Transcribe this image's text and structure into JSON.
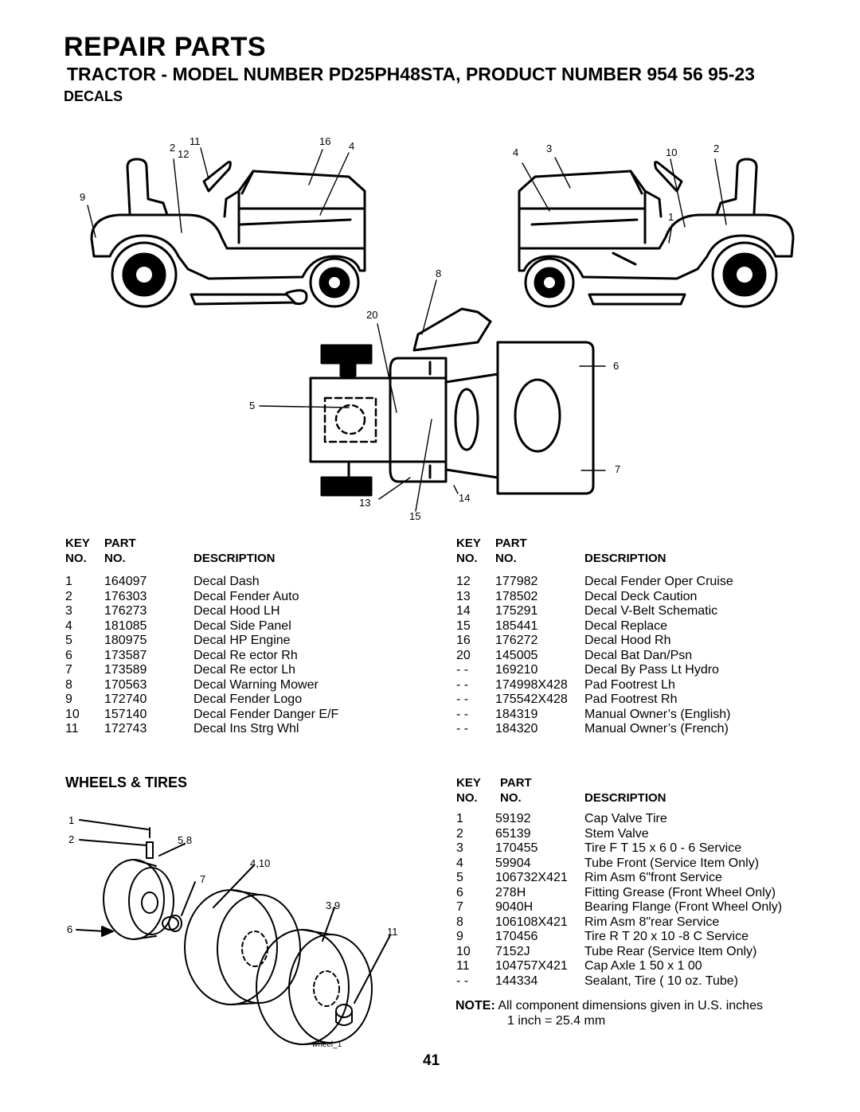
{
  "page": {
    "title": "REPAIR PARTS",
    "subtitle": "TRACTOR - MODEL NUMBER PD25PH48STA, PRODUCT NUMBER 954 56 95-23",
    "page_number": "41"
  },
  "decals": {
    "heading": "DECALS",
    "callouts": [
      "2",
      "12",
      "11",
      "16",
      "4",
      "9",
      "4",
      "3",
      "10",
      "2",
      "1",
      "8",
      "20",
      "6",
      "5",
      "7",
      "13",
      "14",
      "15"
    ],
    "header": {
      "key1": "KEY",
      "key2": "NO.",
      "part1": "PART",
      "part2": "NO.",
      "desc": "DESCRIPTION"
    },
    "left": [
      {
        "key": "1",
        "part": "164097",
        "desc": "Decal Dash"
      },
      {
        "key": "2",
        "part": "176303",
        "desc": "Decal Fender Auto"
      },
      {
        "key": "3",
        "part": "176273",
        "desc": "Decal Hood LH"
      },
      {
        "key": "4",
        "part": "181085",
        "desc": "Decal Side Panel"
      },
      {
        "key": "5",
        "part": "180975",
        "desc": "Decal HP Engine"
      },
      {
        "key": "6",
        "part": "173587",
        "desc": "Decal Re ector Rh"
      },
      {
        "key": "7",
        "part": "173589",
        "desc": "Decal Re ector Lh"
      },
      {
        "key": "8",
        "part": "170563",
        "desc": "Decal Warning Mower"
      },
      {
        "key": "9",
        "part": "172740",
        "desc": "Decal Fender Logo"
      },
      {
        "key": "10",
        "part": "157140",
        "desc": "Decal Fender Danger E/F"
      },
      {
        "key": "11",
        "part": "172743",
        "desc": "Decal Ins Strg Whl"
      }
    ],
    "right": [
      {
        "key": "12",
        "part": "177982",
        "desc": "Decal Fender Oper Cruise"
      },
      {
        "key": "13",
        "part": "178502",
        "desc": "Decal Deck Caution"
      },
      {
        "key": "14",
        "part": "175291",
        "desc": "Decal V-Belt  Schematic"
      },
      {
        "key": "15",
        "part": "185441",
        "desc": "Decal Replace"
      },
      {
        "key": "16",
        "part": "176272",
        "desc": "Decal Hood Rh"
      },
      {
        "key": "20",
        "part": "145005",
        "desc": "Decal Bat Dan/Psn"
      },
      {
        "key": "- -",
        "part": "169210",
        "desc": "Decal By Pass Lt Hydro"
      },
      {
        "key": "- -",
        "part": "174998X428",
        "desc": "Pad Footrest Lh"
      },
      {
        "key": "- -",
        "part": "175542X428",
        "desc": "Pad Footrest Rh"
      },
      {
        "key": "- -",
        "part": "184319",
        "desc": "Manual Owner’s (English)"
      },
      {
        "key": "- -",
        "part": "184320",
        "desc": "Manual Owner’s (French)"
      }
    ]
  },
  "wheels": {
    "heading": "WHEELS & TIRES",
    "callouts": [
      "1",
      "2",
      "5,8",
      "4,10",
      "7",
      "3,9",
      "6",
      "11"
    ],
    "caption": "wheel_1",
    "header": {
      "key1": "KEY",
      "key2": "NO.",
      "part1": "PART",
      "part2": "NO.",
      "desc": "DESCRIPTION"
    },
    "rows": [
      {
        "key": "1",
        "part": "59192",
        "desc": "Cap Valve Tire"
      },
      {
        "key": "2",
        "part": "65139",
        "desc": "Stem Valve"
      },
      {
        "key": "3",
        "part": "170455",
        "desc": "Tire F T 15 x 6 0 - 6 Service"
      },
      {
        "key": "4",
        "part": "59904",
        "desc": "Tube Front (Service Item Only)"
      },
      {
        "key": "5",
        "part": "106732X421",
        "desc": "Rim Asm 6\"front Service"
      },
      {
        "key": "6",
        "part": "278H",
        "desc": "Fitting Grease (Front Wheel Only)"
      },
      {
        "key": "7",
        "part": "9040H",
        "desc": "Bearing Flange (Front Wheel Only)"
      },
      {
        "key": "8",
        "part": "106108X421",
        "desc": "Rim Asm 8\"rear Service"
      },
      {
        "key": "9",
        "part": "170456",
        "desc": "Tire R T 20 x 10 -8 C Service"
      },
      {
        "key": "10",
        "part": "7152J",
        "desc": "Tube Rear (Service Item Only)"
      },
      {
        "key": "11",
        "part": "104757X421",
        "desc": "Cap Axle 1 50 x 1 00"
      },
      {
        "key": "- -",
        "part": "144334",
        "desc": "Sealant, Tire ( 10 oz. Tube)"
      }
    ]
  },
  "note": {
    "label": "NOTE:",
    "text": "All component dimensions given in U.S. inches",
    "line2": "1 inch = 25.4 mm"
  }
}
